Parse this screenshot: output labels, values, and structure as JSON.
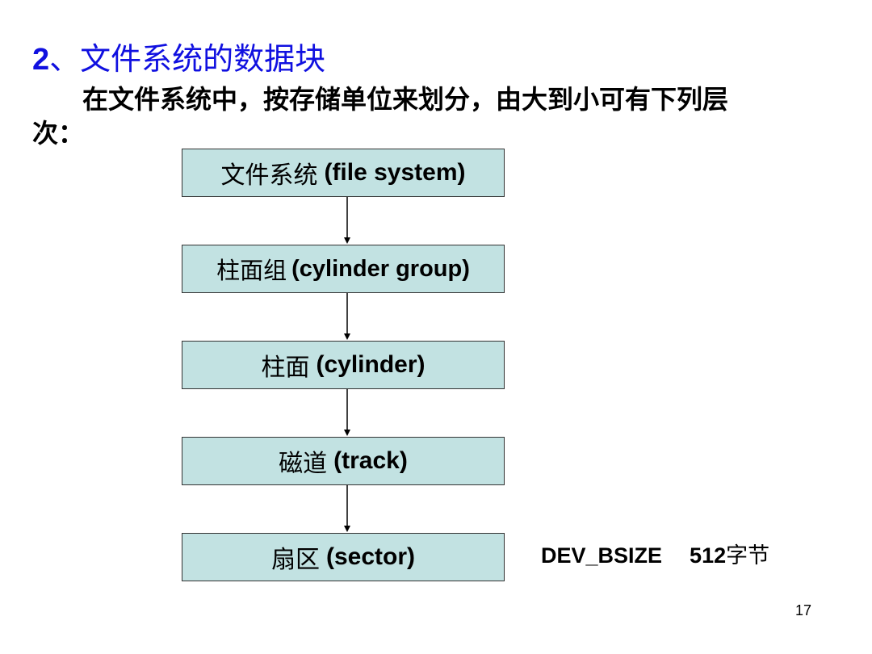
{
  "title": {
    "number": "2",
    "text": "、文件系统的数据块"
  },
  "intro": {
    "line1": "在文件系统中，按存储单位来划分，由大到小可有下列层",
    "line2": "次："
  },
  "hierarchy": [
    {
      "cn": "文件系统",
      "en": "(file system)"
    },
    {
      "cn": "柱面组",
      "en": "(cylinder group)"
    },
    {
      "cn": "柱面",
      "en": "(cylinder)"
    },
    {
      "cn": "磁道",
      "en": "(track)"
    },
    {
      "cn": "扇区",
      "en": "(sector)"
    }
  ],
  "note": {
    "code": "DEV_BSIZE",
    "size_number": "512",
    "size_unit": "字节"
  },
  "page_number": "17"
}
